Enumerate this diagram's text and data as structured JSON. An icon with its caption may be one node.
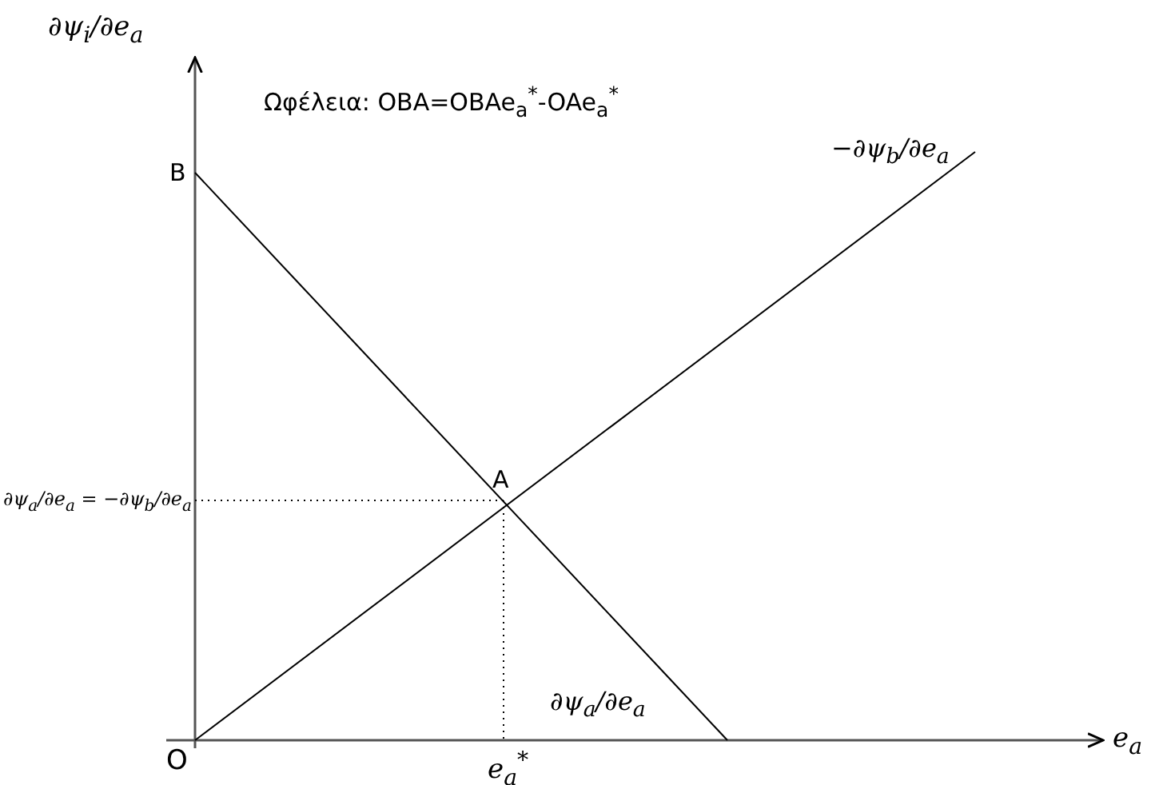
{
  "diagram": {
    "labels": [
      "∂ψ$_{i}$/∂e$_{a}$",
      "Ωφέλεια: OBA=OBAe$_{a}$$^{*}$-OAe$_{a}$$^{*}$",
      "−∂ψ$_{b}$/∂e$_{a}$",
      "B",
      "A",
      "∂ψ$_{a}$/∂e$_{a}$ = −∂ψ$_{b}$/∂e$_{a}$",
      "∂ψ$_{a}$/∂e$_{a}$",
      "e$_{a}$",
      "O",
      "e$_{a}$$^{*}$"
    ]
  }
}
